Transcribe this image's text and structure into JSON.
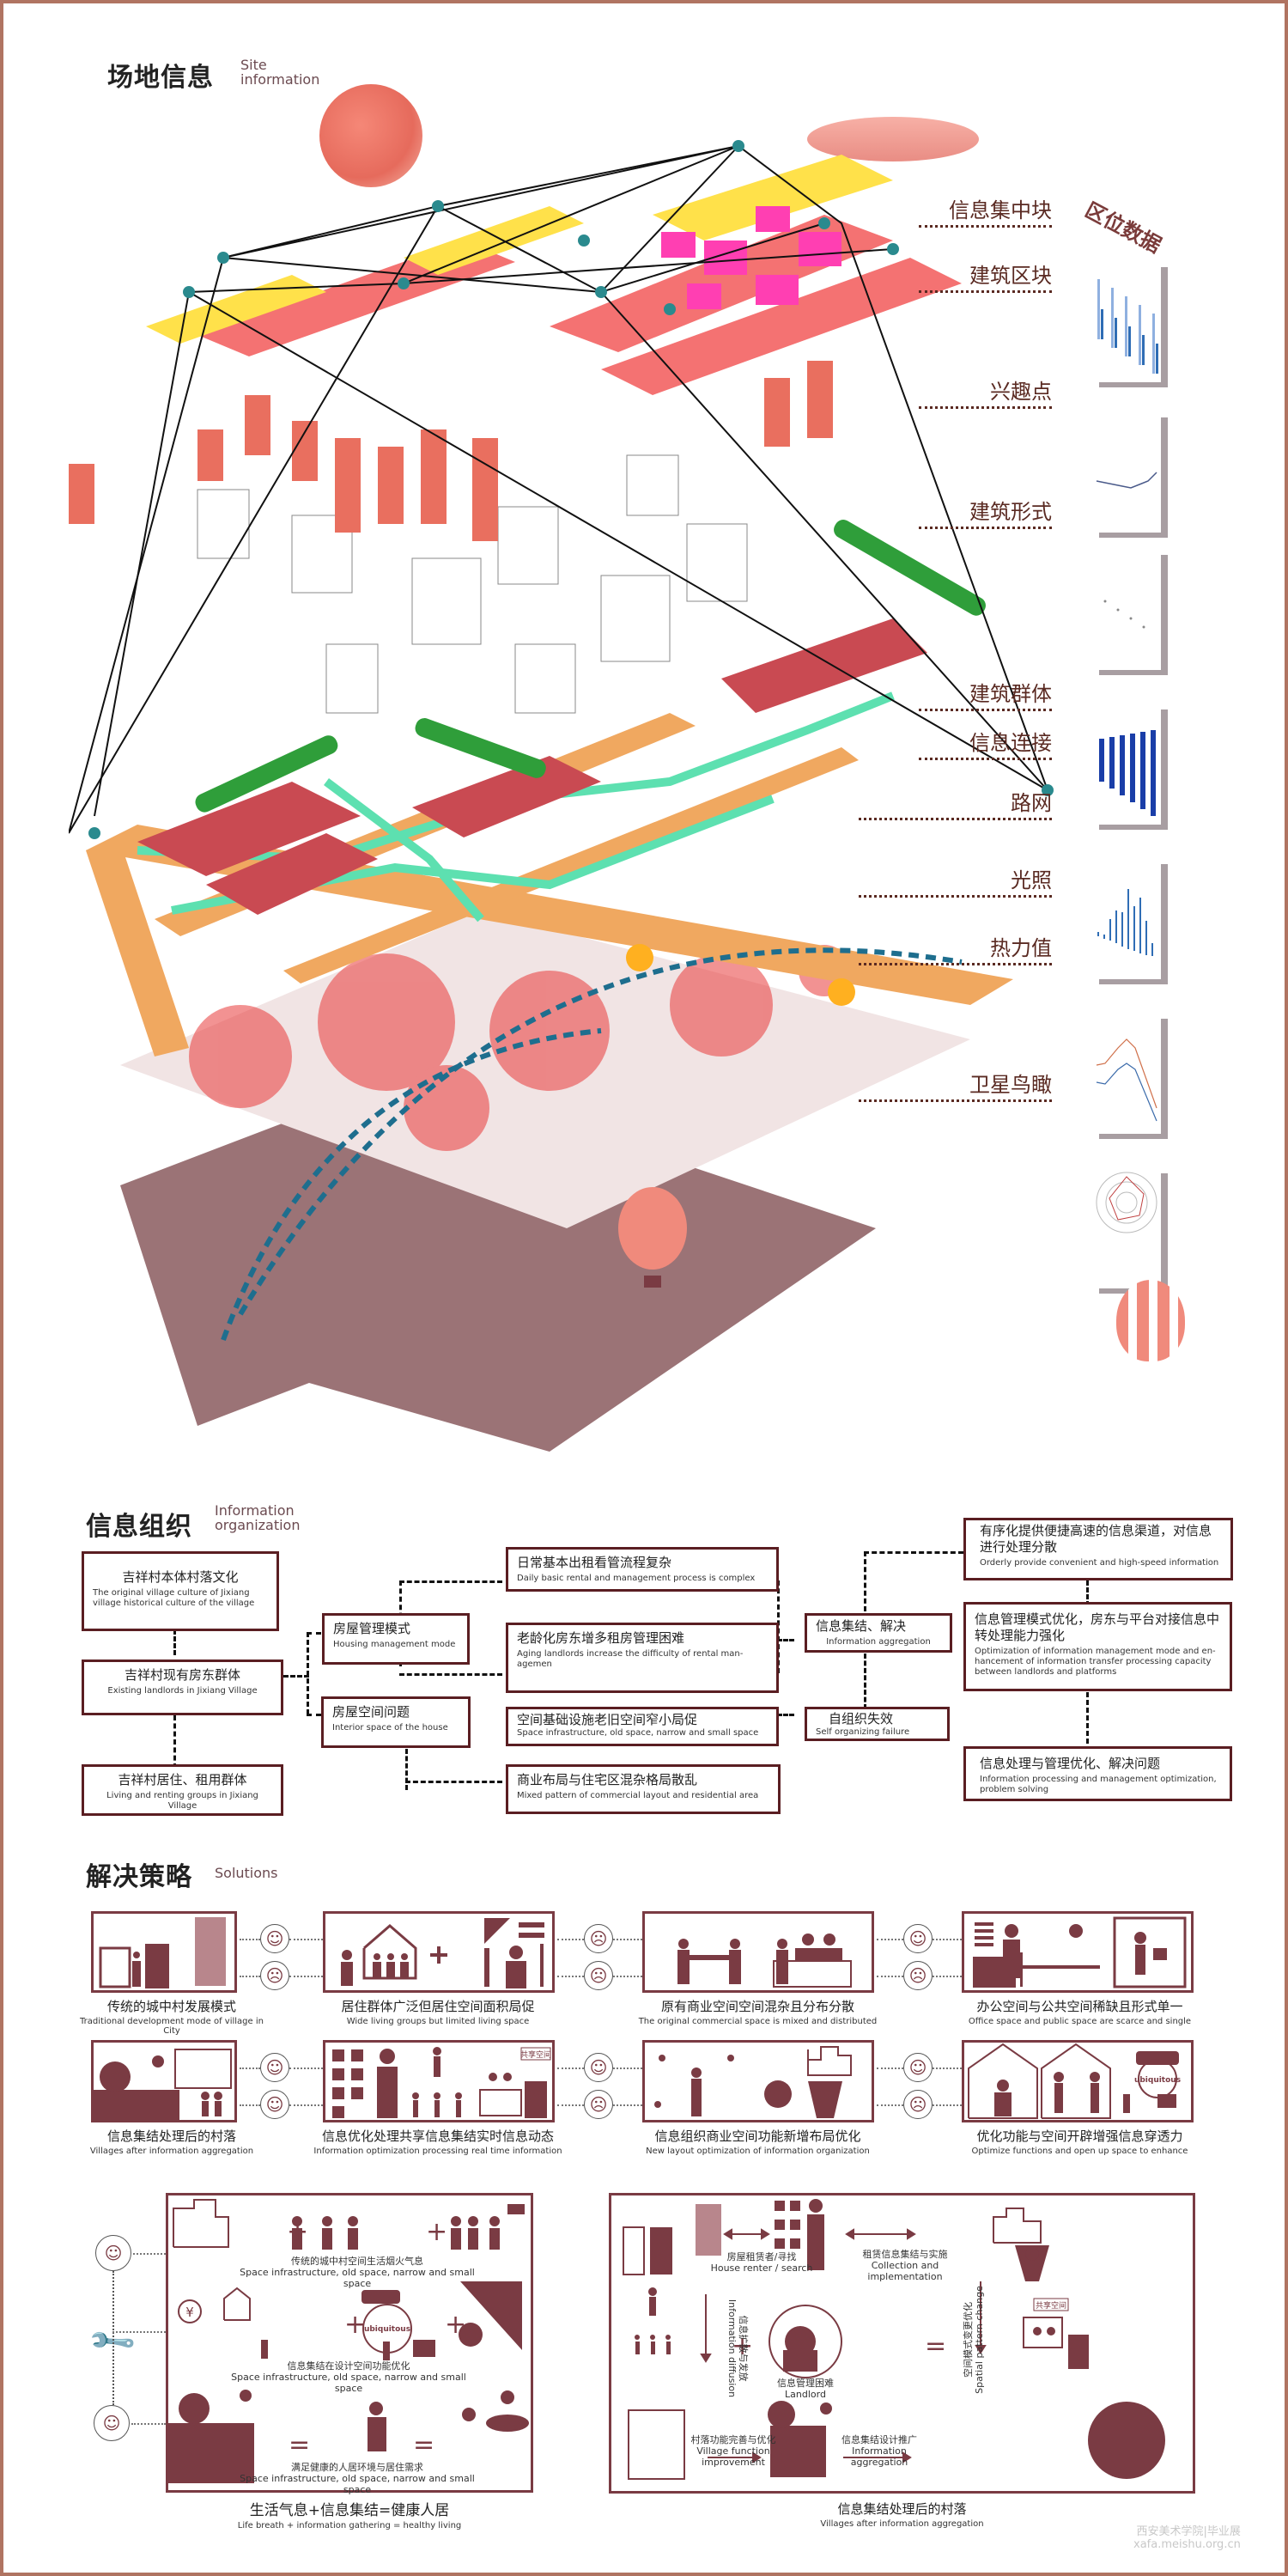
{
  "site": {
    "title_cn": "场地信息",
    "title_en_1": "Site",
    "title_en_2": "information",
    "layers": [
      {
        "label": "信息集中块"
      },
      {
        "label": "建筑区块"
      },
      {
        "label": "兴趣点"
      },
      {
        "label": "建筑形式"
      },
      {
        "label": "建筑群体"
      },
      {
        "label": "信息连接"
      },
      {
        "label": "路网"
      },
      {
        "label": "光照"
      },
      {
        "label": "热力值"
      },
      {
        "label": "卫星鸟瞰"
      }
    ],
    "data_panel_title": "区位数据",
    "panels": [
      {
        "type": "grouped-bar"
      },
      {
        "type": "line"
      },
      {
        "type": "scatter"
      },
      {
        "type": "bar"
      },
      {
        "type": "bar"
      },
      {
        "type": "line"
      },
      {
        "type": "radar"
      }
    ],
    "colors": {
      "accent": "#7a3b43",
      "label": "#5a2a22",
      "road": "#f0a860",
      "link": "#5de0b0",
      "block": "#f47272",
      "info_block": "#ff3fb2",
      "yellow": "#ffe14a",
      "pin": "#2a8a8e"
    }
  },
  "org": {
    "title_cn": "信息组织",
    "title_en_1": "Information",
    "title_en_2": "organization",
    "boxes": {
      "culture": {
        "cn": "吉祥村本体村落文化",
        "en": "The original village culture of Jixiang village historical culture of the village"
      },
      "landlords": {
        "cn": "吉祥村现有房东群体",
        "en": "Existing landlords in Jixiang Village"
      },
      "renters": {
        "cn": "吉祥村居住、租用群体",
        "en": "Living and renting groups in Jixiang Village"
      },
      "housing_mode": {
        "cn": "房屋管理模式",
        "en": "Housing management mode"
      },
      "interior": {
        "cn": "房屋空间问题",
        "en": "Interior space of the house"
      },
      "daily": {
        "cn": "日常基本出租看管流程复杂",
        "en": "Daily basic rental and management process is complex"
      },
      "aging": {
        "cn": "老龄化房东增多租房管理困难",
        "en": "Aging landlords increase the difficulty of rental man-agemen"
      },
      "space": {
        "cn": "空间基础设施老旧空间窄小局促",
        "en": "Space infrastructure, old space, narrow and small space"
      },
      "commercial": {
        "cn": "商业布局与住宅区混杂格局散乱",
        "en": "Mixed pattern of commercial layout and residential area"
      },
      "aggregation": {
        "cn": "信息集结、解决",
        "en": "Information aggregation"
      },
      "self_org": {
        "cn": "自组织失效",
        "en": "Self organizing failure"
      },
      "orderly": {
        "cn": "有序化提供便捷高速的信息渠道，对信息进行处理分散",
        "en": "Orderly provide convenient and high-speed information"
      },
      "optimize": {
        "cn": "信息管理模式优化，房东与平台对接信息中转处理能力强化",
        "en": "Optimization of information management mode and en-hancement of information transfer processing capacity between landlords and platforms"
      },
      "solve": {
        "cn": "信息处理与管理优化、解决问题",
        "en": "Information processing and management optimization, problem solving"
      }
    }
  },
  "solutions": {
    "title_cn": "解决策略",
    "title_en": "Solutions",
    "items": [
      {
        "cn": "传统的城中村发展模式",
        "en": "Traditional development mode of village in City",
        "faces": [
          "happy",
          "angry"
        ]
      },
      {
        "cn": "居住群体广泛但居住空间面积局促",
        "en": "Wide living groups but limited living space",
        "faces": [
          "angry",
          "angry"
        ]
      },
      {
        "cn": "原有商业空间空间混杂且分布分散",
        "en": "The original commercial space is mixed and distributed",
        "faces": [
          "happy",
          "angry"
        ]
      },
      {
        "cn": "办公空间与公共空间稀缺且形式单一",
        "en": "Office space and public space are scarce and single",
        "faces": []
      },
      {
        "cn": "信息集结处理后的村落",
        "en": "Villages after information aggregation",
        "faces": [
          "happy",
          "happy"
        ]
      },
      {
        "cn": "信息优化处理共享信息集结实时信息动态",
        "en": "Information optimization processing real time information",
        "faces": [
          "happy",
          "angry"
        ],
        "tag": "共享空间"
      },
      {
        "cn": "信息组织商业空间功能新增布局优化",
        "en": "New layout optimization of information organization",
        "faces": [
          "happy",
          "angry"
        ]
      },
      {
        "cn": "优化功能与空间开辟增强信息穿透力",
        "en": "Optimize functions and open up space to enhance",
        "faces": [],
        "tag": "ubiquitous"
      }
    ],
    "left_diagram": {
      "rows": [
        {
          "cn": "传统的城中村空间生活烟火气息",
          "en": "Space infrastructure, old space, narrow and small space"
        },
        {
          "cn": "信息集结在设计空间功能优化",
          "en": "Space infrastructure, old space, narrow and small space",
          "tag": "ubiquitous",
          "currency": "¥"
        },
        {
          "cn": "满足健康的人居环境与居住需求",
          "en": "Space infrastructure, old space, narrow and small space"
        }
      ],
      "plus": "+",
      "equals": "=",
      "caption_cn": "生活气息+信息集结=健康人居",
      "caption_en": "Life breath + information gathering = healthy living"
    },
    "right_diagram": {
      "renter": {
        "cn": "房屋租赁者/寻找",
        "en": "House renter / search"
      },
      "collection": {
        "cn": "租赁信息集结与实施",
        "en": "Collection and implementation"
      },
      "diffusion": {
        "cn": "信息扩散与发放",
        "en": "Information diffusion"
      },
      "landlord": {
        "cn": "信息管理困难",
        "en": "Landlord"
      },
      "spatial": {
        "cn": "空间模式变更优化",
        "en": "Spatial pattern change"
      },
      "shared_tag": "共享空间",
      "village_func": {
        "cn": "村落功能完善与优化",
        "en": "Village function improvement"
      },
      "promo": {
        "cn": "信息集结设计推广",
        "en": "Information aggregation"
      },
      "plus": "+",
      "equals": "=",
      "caption_cn": "信息集结处理后的村落",
      "caption_en": "Villages after information aggregation"
    }
  },
  "watermark": {
    "line1": "西安美术学院|毕业展",
    "line2": "xafa.meishu.org.cn"
  }
}
